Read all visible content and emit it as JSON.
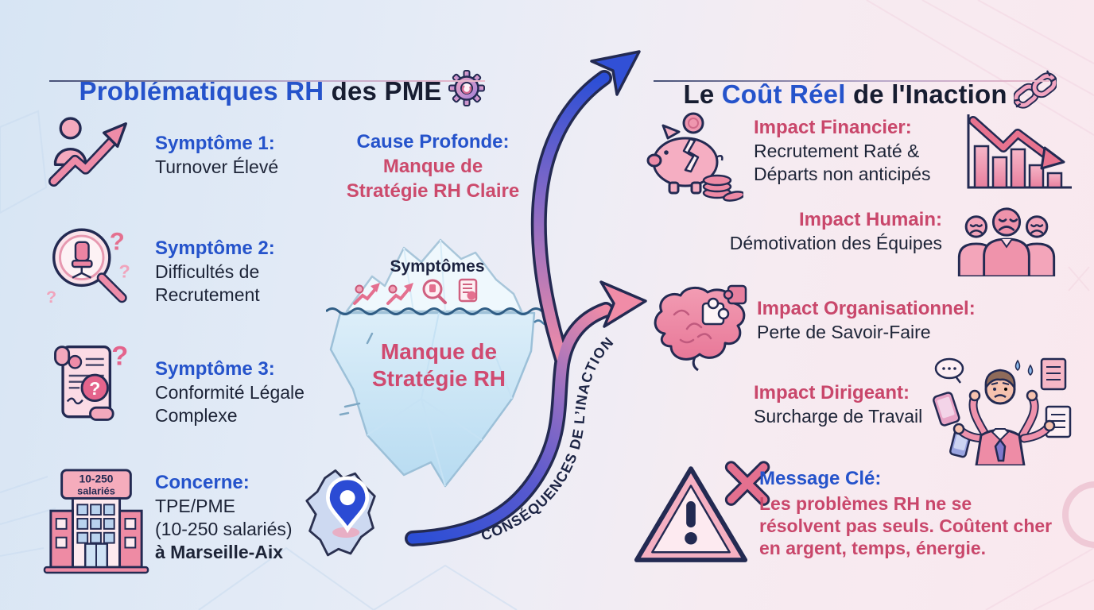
{
  "left_panel": {
    "title": {
      "highlight": "Problématiques RH",
      "rest": " des PME"
    },
    "items": [
      {
        "icon": "person-growth-icon",
        "heading": "Symptôme 1:",
        "lines": [
          "Turnover Élevé"
        ]
      },
      {
        "icon": "recruitment-search-icon",
        "heading": "Symptôme 2:",
        "lines": [
          "Difficultés de",
          "Recrutement"
        ]
      },
      {
        "icon": "legal-scroll-icon",
        "heading": "Symptôme 3:",
        "lines": [
          "Conformité Légale",
          "Complexe"
        ]
      },
      {
        "icon": "company-building-icon",
        "heading": "Concerne:",
        "lines": [
          "TPE/PME",
          "(10-250 salariés)"
        ],
        "strong_line": "à Marseille-Aix",
        "sign": [
          "10-250",
          "salariés"
        ],
        "map_icon": "region-map-icon"
      }
    ]
  },
  "center": {
    "cause": {
      "heading": "Cause Profonde:",
      "lines": [
        "Manque de",
        "Stratégie RH Claire"
      ]
    },
    "iceberg": {
      "surface_label": "Symptômes",
      "hidden_lines": [
        "Manque de",
        "Stratégie RH"
      ],
      "mini_icons": [
        "person-growth-icon",
        "person-growth-icon",
        "recruitment-search-icon",
        "legal-scroll-icon"
      ]
    },
    "arrow_label": "CONSÉQUENCES DE L’INACTION"
  },
  "right_panel": {
    "title": {
      "pre": "Le ",
      "highlight": "Coût Réel",
      "rest": " de l'Inaction"
    },
    "impacts": [
      {
        "heading": "Impact Financier:",
        "lines": [
          "Recrutement Raté &",
          "Départs non anticipés"
        ],
        "icons": [
          "piggy-bank-icon",
          "declining-chart-icon"
        ]
      },
      {
        "heading": "Impact Humain:",
        "lines": [
          "Démotivation des Équipes"
        ],
        "icons": [
          "sad-team-icon"
        ]
      },
      {
        "heading": "Impact Organisationnel:",
        "lines": [
          "Perte de Savoir-Faire"
        ],
        "icons": [
          "brain-puzzle-icon"
        ]
      },
      {
        "heading": "Impact Dirigeant:",
        "lines": [
          "Surcharge de Travail"
        ],
        "icons": [
          "overworked-manager-icon"
        ]
      }
    ],
    "message": {
      "heading": "Message Clé:",
      "lines": [
        "Les problèmes RH ne se",
        "résolvent pas seuls. Coûtent cher",
        "en argent, temps, énergie."
      ],
      "icon": "warning-x-icon"
    }
  },
  "colors": {
    "title_blue": "#2553cb",
    "dark_text": "#1d2437",
    "pink_heading": "#c9476b",
    "iceberg_pink_text": "#d04a70",
    "arrow_blue": "#3150d6",
    "arrow_purple": "#8d6cc4",
    "arrow_pink": "#f08ca7"
  }
}
